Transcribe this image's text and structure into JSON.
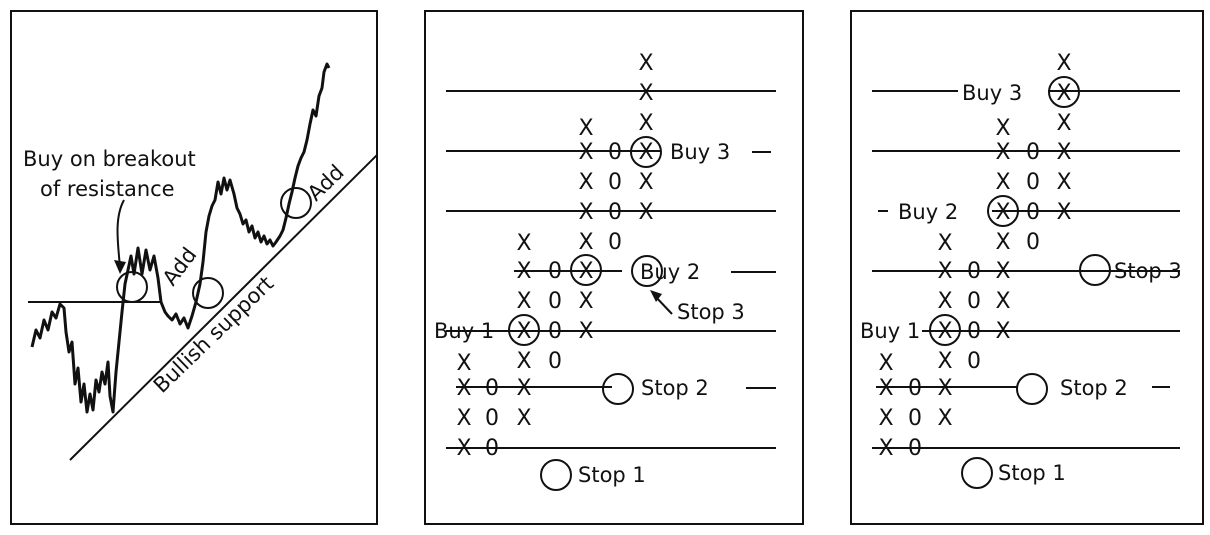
{
  "panel1": {
    "breakout_line1": "Buy on breakout",
    "breakout_line2": "of resistance",
    "add_label_1": "Add",
    "add_label_2": "Add",
    "support_label": "Bullish support"
  },
  "panel2": {
    "buy_1": "Buy 1",
    "buy_2": "Buy 2",
    "buy_3": "Buy 3",
    "stop_1": "Stop 1",
    "stop_2": "Stop 2",
    "stop_3": "Stop 3"
  },
  "panel3": {
    "buy_1": "Buy 1",
    "buy_2": "Buy 2",
    "buy_3": "Buy 3",
    "stop_1": "Stop 1",
    "stop_2": "Stop 2",
    "stop_3": "Stop 3"
  },
  "symbols": {
    "x": "X",
    "o": "0"
  }
}
